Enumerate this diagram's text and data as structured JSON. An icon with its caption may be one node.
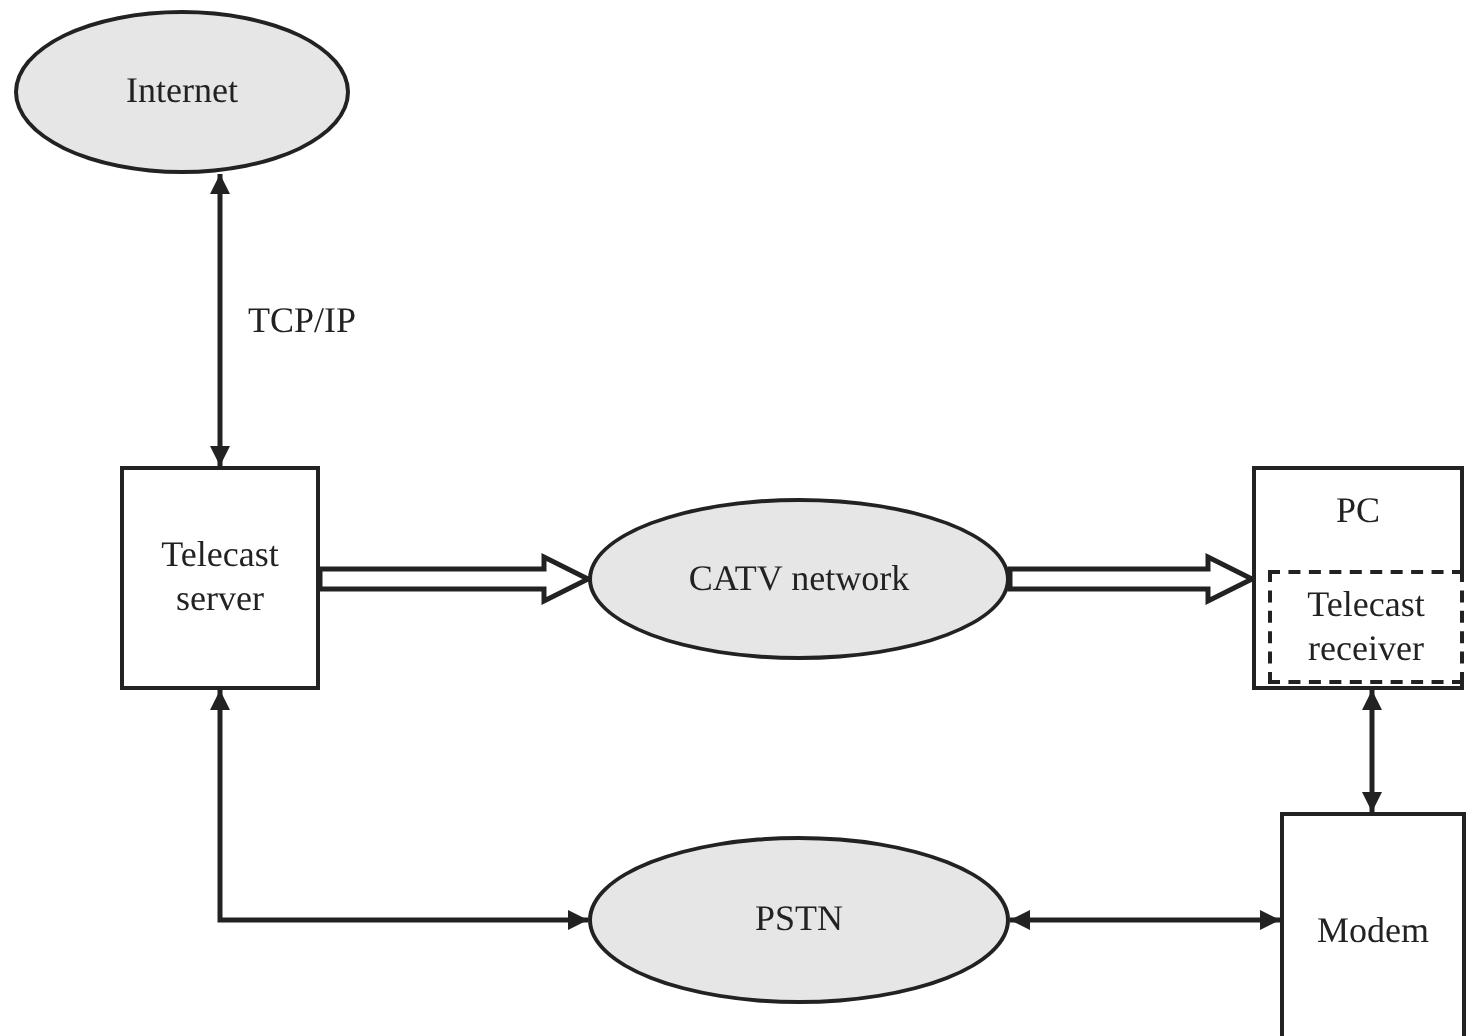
{
  "diagram": {
    "nodes": [
      {
        "text": [
          "Internet"
        ]
      },
      {
        "text": [
          "Telecast server"
        ]
      },
      {
        "text": [
          "CATV network"
        ]
      },
      {
        "text": [
          "PC"
        ]
      },
      {
        "text": [
          "Telecast receiver"
        ],
        "in": 3
      },
      {
        "text": [
          "PSTN"
        ]
      },
      {
        "text": [
          "Modem"
        ]
      }
    ],
    "edges": [
      {
        "from": 0,
        "to": 1,
        "arrow": "both",
        "label": "TCP/IP"
      },
      {
        "from": 1,
        "to": 2,
        "arrow": "to",
        "style": "thick"
      },
      {
        "from": 2,
        "to": 3,
        "arrow": "to",
        "style": "thick"
      },
      {
        "from": 3,
        "to": 6,
        "arrow": "both"
      },
      {
        "from": 1,
        "to": 5,
        "arrow": "both"
      },
      {
        "from": 5,
        "to": 6,
        "arrow": "both"
      }
    ]
  }
}
